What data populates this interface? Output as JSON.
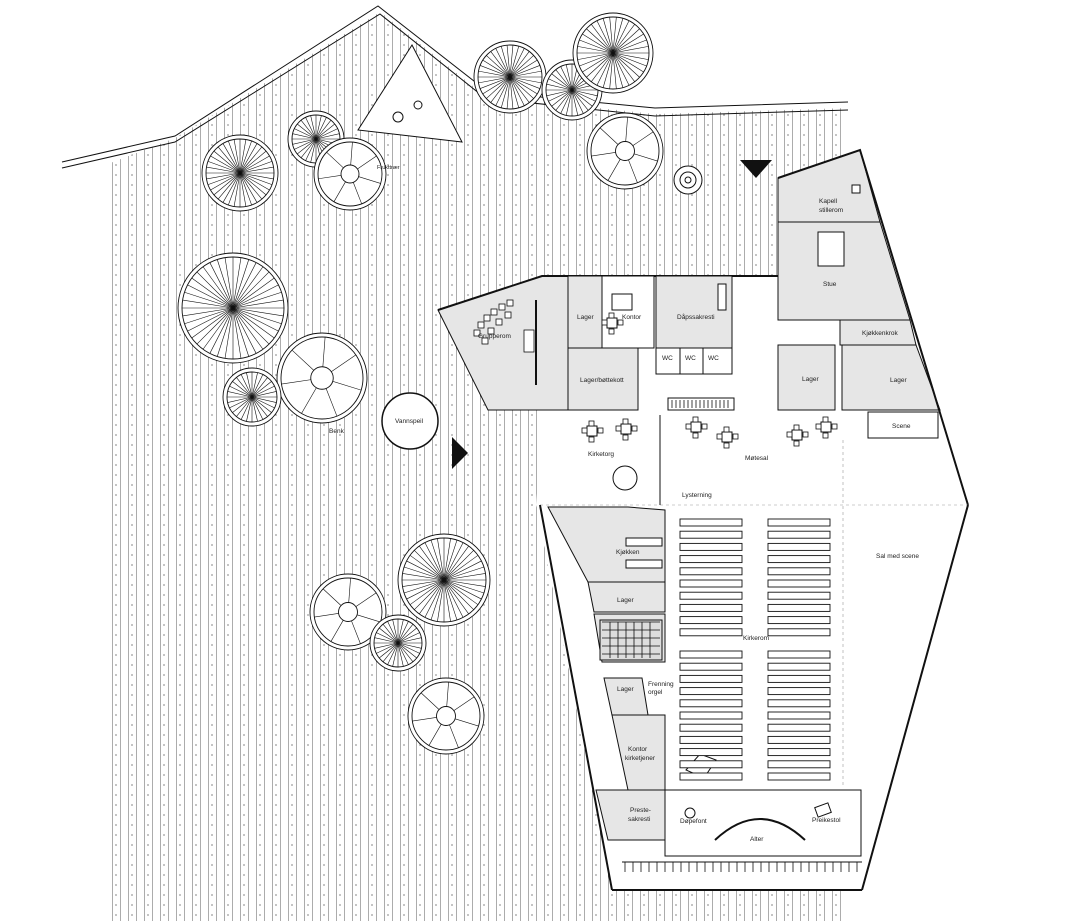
{
  "rooms": {
    "kapell": "Kapell",
    "stillerom": "stillerom",
    "stue": "Stue",
    "kjokkenkrok": "Kjøkkenkrok",
    "lager_1": "Lager",
    "kontor": "Kontor",
    "dapssakresti": "Dåpssakresti",
    "wc_1": "WC",
    "wc_2": "WC",
    "wc_3": "WC",
    "lager_battekott": "Lager/bøttekott",
    "lager_2": "Lager",
    "lager_3": "Lager",
    "scene": "Scene",
    "grupperom": "Grupperom",
    "kirketorg": "Kirketorg",
    "motesal": "Møtesal",
    "lysterning": "Lysterning",
    "sal_med_scene": "Sal med scene",
    "kjokken": "Kjøkken",
    "lager_4": "Lager",
    "kirkerom": "Kirkerom",
    "lager_5": "Lager",
    "frenning_orgel": "Frenning",
    "orgel": "orgel",
    "kontor_kirketjener_1": "Kontor",
    "kontor_kirketjener_2": "kirketjener",
    "preste_1": "Preste-",
    "preste_2": "sakresti",
    "dopefont": "Døpefont",
    "preikestol": "Preikestol",
    "alter": "Alter"
  },
  "outdoor": {
    "fruktraer": "Frukttrær",
    "vannspeil": "Vannspeil",
    "benk": "Benk"
  }
}
